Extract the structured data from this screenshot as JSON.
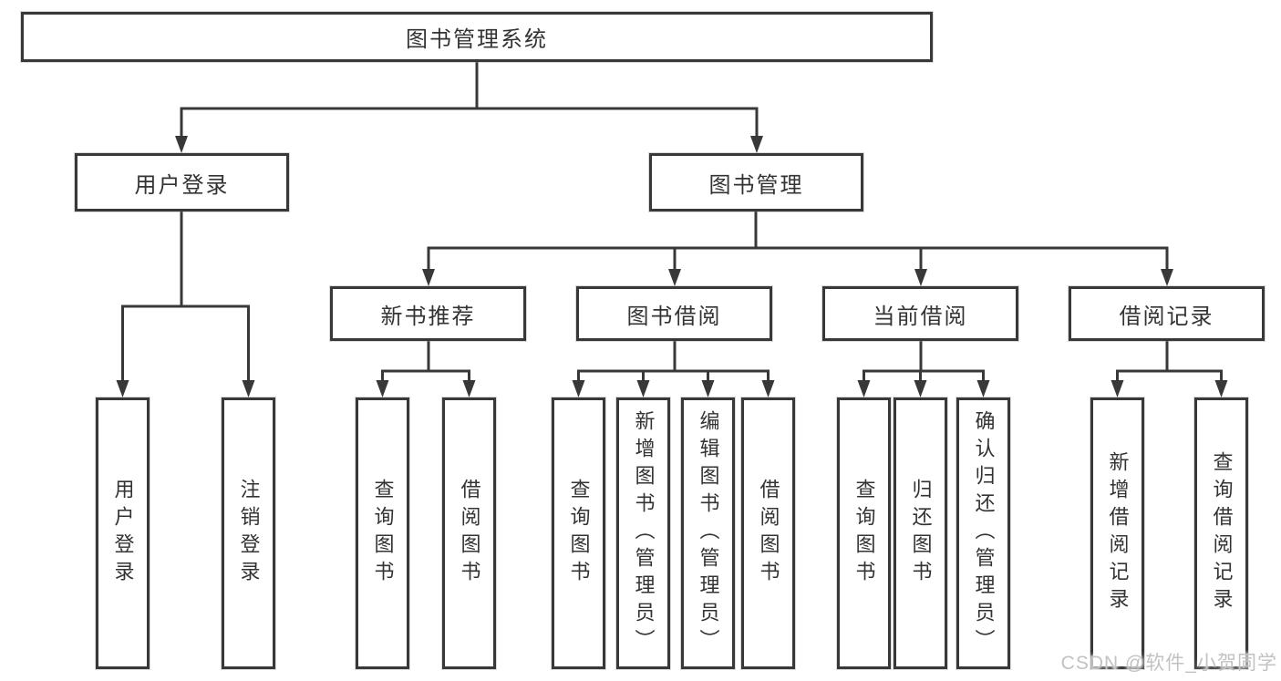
{
  "colors": {
    "line": "#383838",
    "text": "#333333",
    "bg": "#ffffff",
    "watermark": "#c2c2c2"
  },
  "nodes": {
    "root": {
      "label": "图书管理系统"
    },
    "user_login": {
      "label": "用户登录"
    },
    "book_mgmt": {
      "label": "图书管理"
    },
    "new_books": {
      "label": "新书推荐"
    },
    "book_borrow": {
      "label": "图书借阅"
    },
    "current_borrow": {
      "label": "当前借阅"
    },
    "borrow_records": {
      "label": "借阅记录"
    },
    "leaf_user_login": {
      "label": "用户登录"
    },
    "leaf_logout": {
      "label": "注销登录"
    },
    "leaf_nb_query": {
      "label": "查询图书"
    },
    "leaf_nb_borrow": {
      "label": "借阅图书"
    },
    "leaf_bb_query": {
      "label": "查询图书"
    },
    "leaf_bb_add": {
      "label": "新增图书（管理员）"
    },
    "leaf_bb_edit": {
      "label": "编辑图书（管理员）"
    },
    "leaf_bb_borrow": {
      "label": "借阅图书"
    },
    "leaf_cb_query": {
      "label": "查询图书"
    },
    "leaf_cb_return": {
      "label": "归还图书"
    },
    "leaf_cb_confirm": {
      "label": "确认归还（管理员）"
    },
    "leaf_br_add": {
      "label": "新增借阅记录"
    },
    "leaf_br_query": {
      "label": "查询借阅记录"
    }
  },
  "watermark": {
    "text": "CSDN @软件_小贺同学"
  }
}
